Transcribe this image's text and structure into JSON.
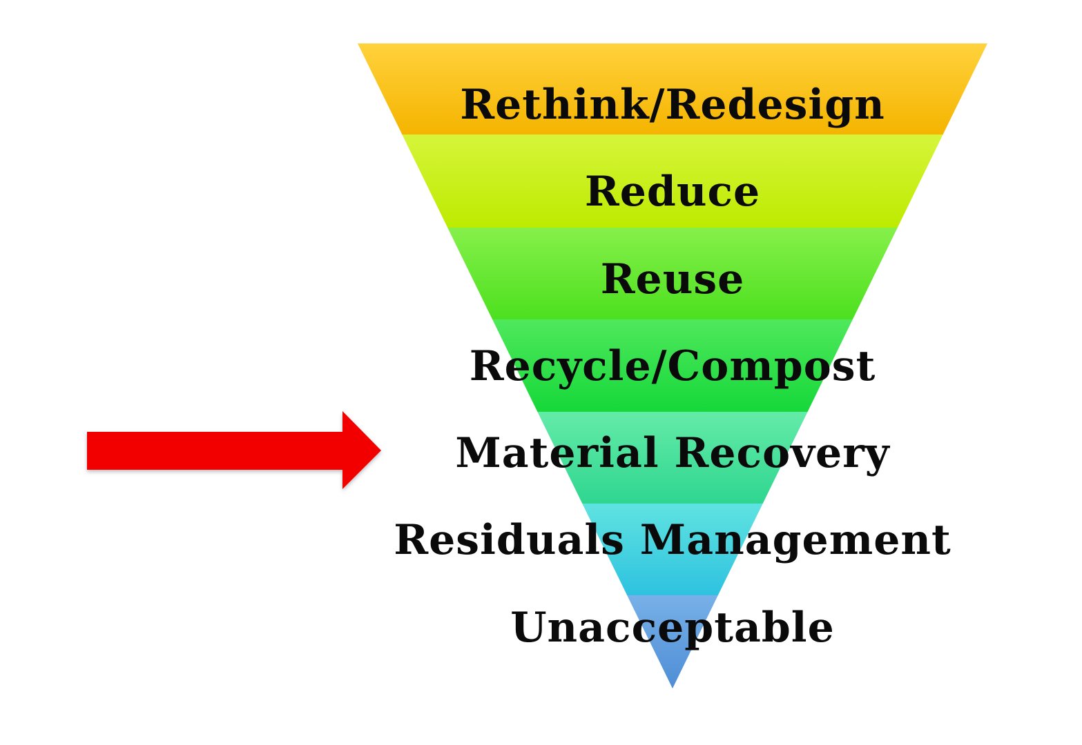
{
  "hierarchy": {
    "tiers": [
      {
        "label": "Rethink/Redesign",
        "color_top": "#FFD23C",
        "color_bottom": "#F5B400"
      },
      {
        "label": "Reduce",
        "color_top": "#D6F53A",
        "color_bottom": "#BDEB00"
      },
      {
        "label": "Reuse",
        "color_top": "#86F04A",
        "color_bottom": "#4DE01F"
      },
      {
        "label": "Recycle/Compost",
        "color_top": "#4FE85C",
        "color_bottom": "#16D83A"
      },
      {
        "label": "Material Recovery",
        "color_top": "#64EBA8",
        "color_bottom": "#2FD690"
      },
      {
        "label": "Residuals Management",
        "color_top": "#5FE3E0",
        "color_bottom": "#2EC2E0"
      },
      {
        "label": "Unacceptable",
        "color_top": "#78B0E8",
        "color_bottom": "#4E8ED6"
      }
    ],
    "highlighted_tier_index": 4
  },
  "pointer": {
    "color": "#F20000",
    "icon": "right-arrow-icon"
  }
}
